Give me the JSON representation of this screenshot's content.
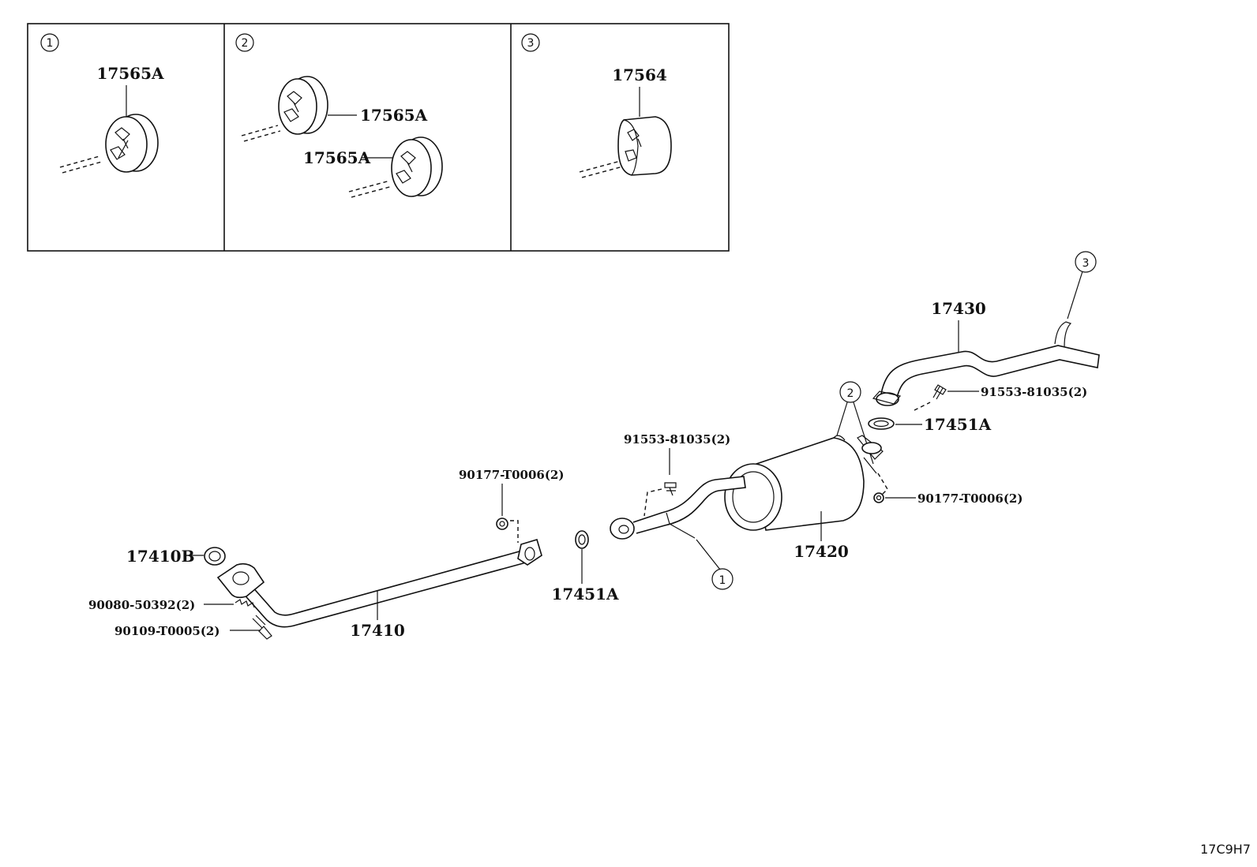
{
  "detail_boxes": [
    {
      "callout": "1",
      "labels": [
        "17565A"
      ]
    },
    {
      "callout": "2",
      "labels": [
        "17565A",
        "17565A"
      ]
    },
    {
      "callout": "3",
      "labels": [
        "17564"
      ]
    }
  ],
  "main_labels": {
    "p17430": "17430",
    "p91553_top": "91553-81035(2)",
    "p17451A_top": "17451A",
    "p91553_mid": "91553-81035(2)",
    "p90177_right": "90177-T0006(2)",
    "p17420": "17420",
    "p90177_left": "90177-T0006(2)",
    "p17410B": "17410B",
    "p17451A_low": "17451A",
    "p90080": "90080-50392(2)",
    "p90109": "90109-T0005(2)",
    "p17410": "17410"
  },
  "callouts": {
    "c3": "3",
    "c2": "2",
    "c1": "1"
  },
  "diagram_code": "17C9H7"
}
